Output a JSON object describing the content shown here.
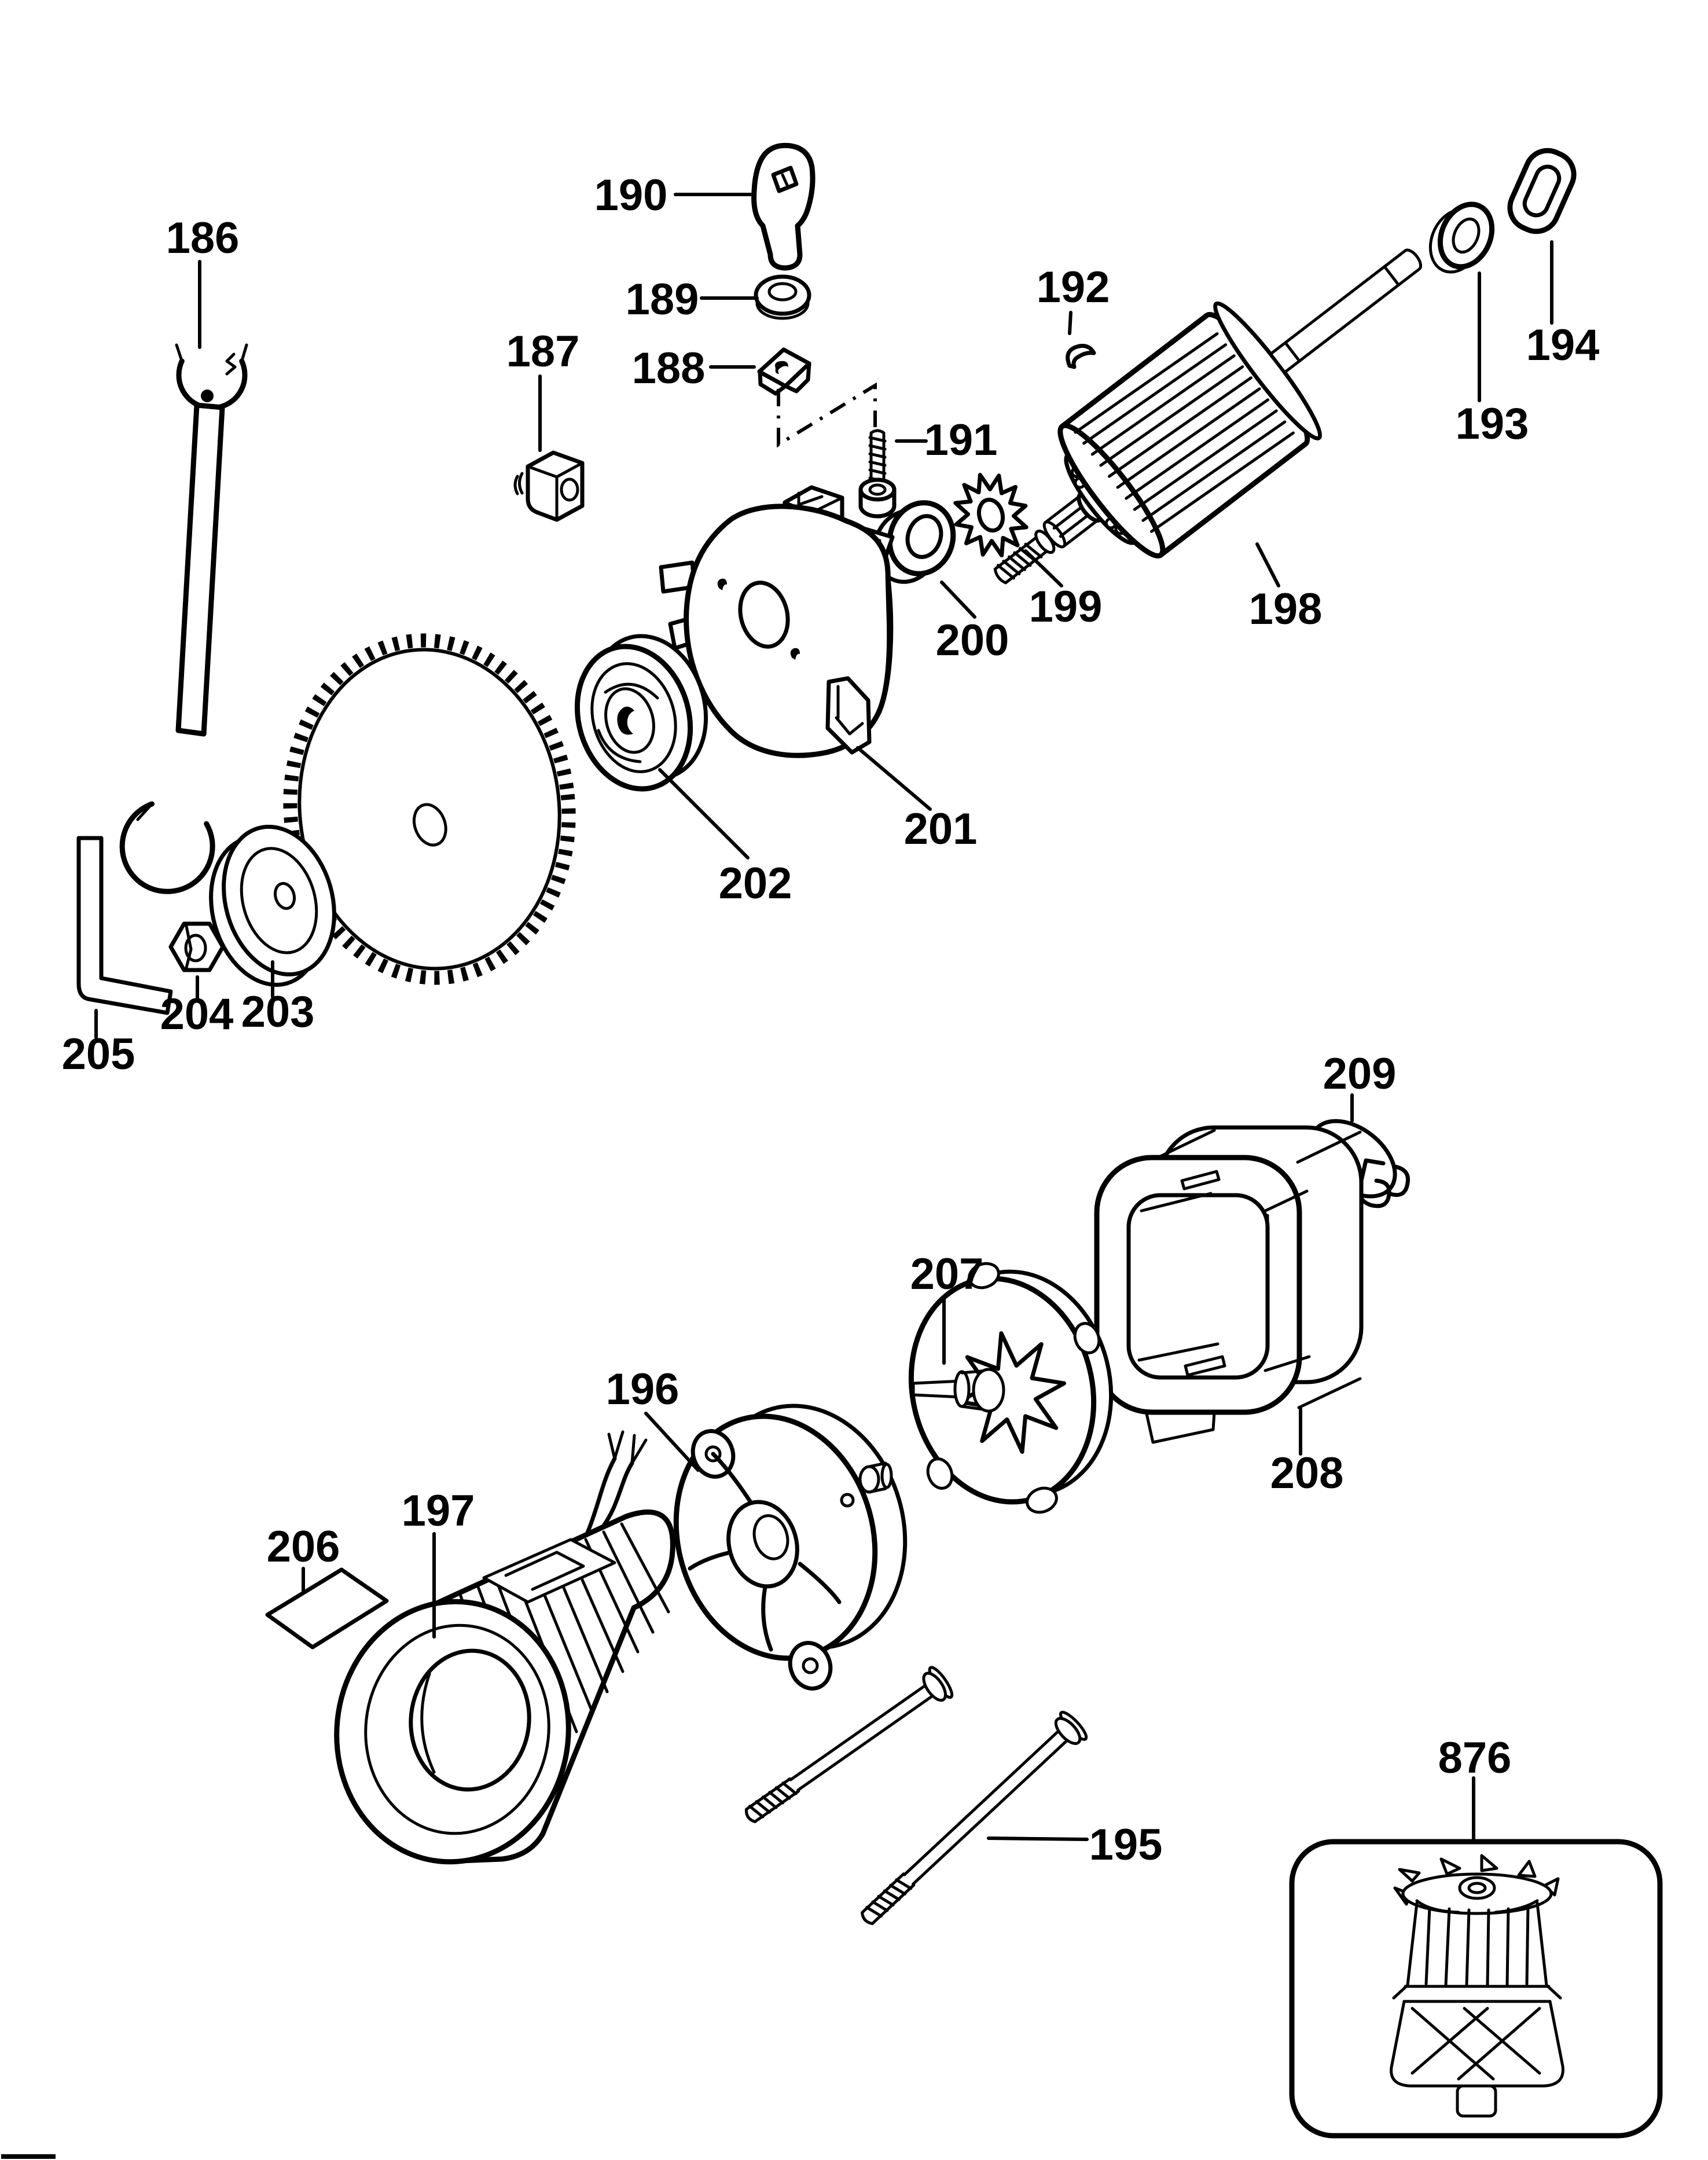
{
  "page": {
    "background": "#ffffff",
    "ink": "#000000"
  },
  "callouts": [
    {
      "part": "186",
      "label": "186"
    },
    {
      "part": "187",
      "label": "187"
    },
    {
      "part": "188",
      "label": "188"
    },
    {
      "part": "189",
      "label": "189"
    },
    {
      "part": "190",
      "label": "190"
    },
    {
      "part": "191",
      "label": "191"
    },
    {
      "part": "192",
      "label": "192"
    },
    {
      "part": "193",
      "label": "193"
    },
    {
      "part": "194",
      "label": "194"
    },
    {
      "part": "195",
      "label": "195"
    },
    {
      "part": "196",
      "label": "196"
    },
    {
      "part": "197",
      "label": "197"
    },
    {
      "part": "198",
      "label": "198"
    },
    {
      "part": "199",
      "label": "199"
    },
    {
      "part": "200",
      "label": "200"
    },
    {
      "part": "201",
      "label": "201"
    },
    {
      "part": "202",
      "label": "202"
    },
    {
      "part": "203",
      "label": "203"
    },
    {
      "part": "204",
      "label": "204"
    },
    {
      "part": "205",
      "label": "205"
    },
    {
      "part": "206",
      "label": "206"
    },
    {
      "part": "207",
      "label": "207"
    },
    {
      "part": "208",
      "label": "208"
    },
    {
      "part": "209",
      "label": "209"
    },
    {
      "part": "876",
      "label": "876"
    }
  ]
}
